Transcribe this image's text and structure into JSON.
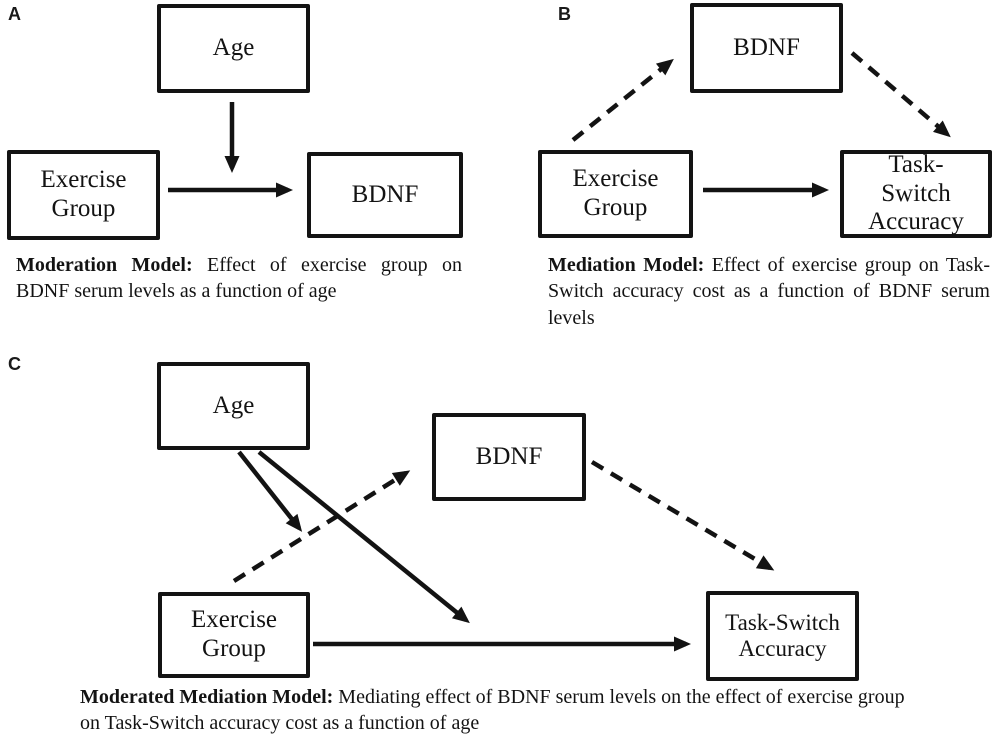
{
  "figure": {
    "type": "path-diagram",
    "ink_color": "#131313",
    "background": "#ffffff"
  },
  "panels": {
    "a": {
      "label": "A",
      "boxes": {
        "age": "Age",
        "exercise": "Exercise Group",
        "bdnf": "BDNF"
      },
      "caption_bold": "Moderation Model:",
      "caption_rest": " Effect of exercise group on BDNF serum levels as a function of age",
      "edges": [
        {
          "from": "Exercise Group",
          "to": "BDNF",
          "style": "solid"
        },
        {
          "from": "Age",
          "to": "path Exercise Group→BDNF",
          "style": "solid"
        }
      ]
    },
    "b": {
      "label": "B",
      "boxes": {
        "bdnf": "BDNF",
        "exercise": "Exercise Group",
        "task": "Task-Switch Accuracy"
      },
      "caption_bold": "Mediation Model:",
      "caption_rest": " Effect of exercise group on Task-Switch accuracy cost as a function of BDNF serum levels",
      "edges": [
        {
          "from": "Exercise Group",
          "to": "BDNF",
          "style": "dashed"
        },
        {
          "from": "BDNF",
          "to": "Task-Switch Accuracy",
          "style": "dashed"
        },
        {
          "from": "Exercise Group",
          "to": "Task-Switch Accuracy",
          "style": "solid"
        }
      ]
    },
    "c": {
      "label": "C",
      "boxes": {
        "age": "Age",
        "bdnf": "BDNF",
        "exercise": "Exercise Group",
        "task": "Task-Switch Accuracy"
      },
      "caption_bold": "Moderated Mediation Model:",
      "caption_rest": " Mediating effect of BDNF serum levels on the effect of exercise group on Task-Switch accuracy cost as a function of age",
      "edges": [
        {
          "from": "Age",
          "to": "path Exercise Group→BDNF",
          "style": "solid"
        },
        {
          "from": "Age",
          "to": "path Exercise Group→Task-Switch Accuracy",
          "style": "solid"
        },
        {
          "from": "Exercise Group",
          "to": "BDNF",
          "style": "dashed"
        },
        {
          "from": "BDNF",
          "to": "Task-Switch Accuracy",
          "style": "dashed"
        },
        {
          "from": "Exercise Group",
          "to": "Task-Switch Accuracy",
          "style": "solid"
        }
      ]
    }
  }
}
